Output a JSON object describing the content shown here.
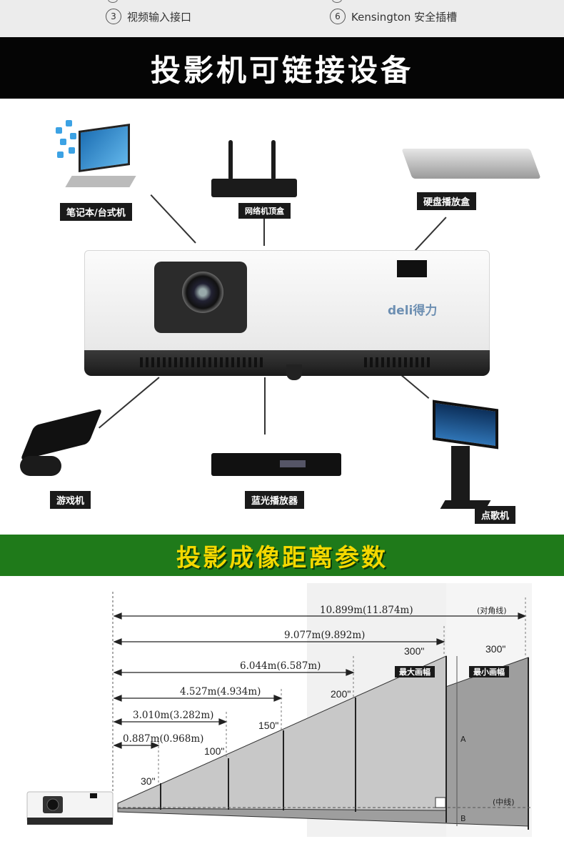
{
  "ports": {
    "item3": {
      "num": "3",
      "label": "视频输入接口"
    },
    "item6": {
      "num": "6",
      "label": "Kensington 安全插槽"
    }
  },
  "devices_section": {
    "title": "投影机可链接设备",
    "labels": {
      "laptop": "笔记本/台式机",
      "router": "网络机顶盒",
      "hdd": "硬盘播放盒",
      "game": "游戏机",
      "bluray": "蓝光播放器",
      "kiosk": "点歌机"
    },
    "brand_logo": "deli得力"
  },
  "distance_section": {
    "title": "投影成像距离参数",
    "distances": [
      "10.899m(11.874m)",
      "9.077m(9.892m)",
      "6.044m(6.587m)",
      "4.527m(4.934m)",
      "3.010m(3.282m)",
      "0.887m(0.968m)"
    ],
    "sizes": {
      "s30": "30\"",
      "s100": "100\"",
      "s150": "150\"",
      "s200": "200\"",
      "s300a": "300\"",
      "s300b": "300\""
    },
    "tags": {
      "max": "最大画幅",
      "min": "最小画幅",
      "diagonal": "(对角线)",
      "center": "(中线)",
      "a": "A",
      "b": "B"
    }
  },
  "colors": {
    "banner_black": "#050505",
    "banner_green": "#1f7a1a",
    "banner_green_text": "#f4d800"
  }
}
